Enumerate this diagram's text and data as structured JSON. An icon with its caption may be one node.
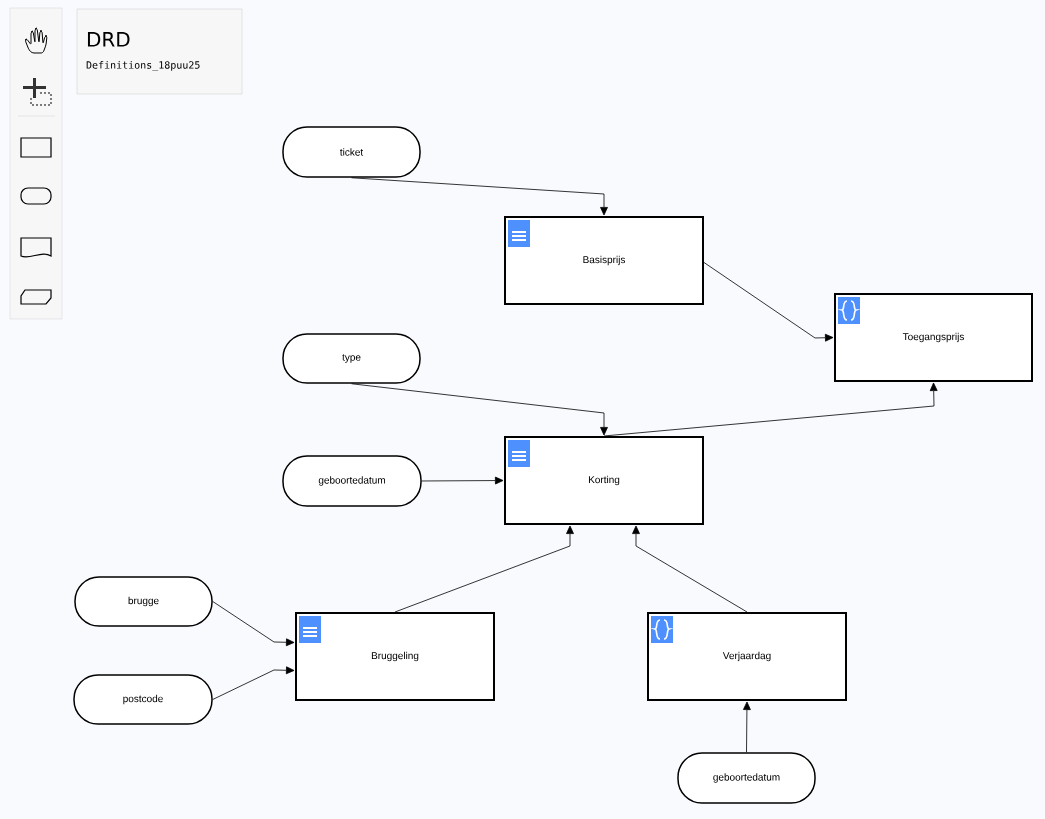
{
  "diagram": {
    "nodes": [
      {
        "text": [
          "DRD",
          "Definitions_18puu25"
        ]
      },
      {
        "text": [
          "ticket"
        ]
      },
      {
        "text": [
          "Basisprijs"
        ]
      },
      {
        "text": [
          "Toegangsprijs"
        ]
      },
      {
        "text": [
          "type"
        ]
      },
      {
        "text": [
          "geboortedatum"
        ]
      },
      {
        "text": [
          "Korting"
        ]
      },
      {
        "text": [
          "brugge"
        ]
      },
      {
        "text": [
          "postcode"
        ]
      },
      {
        "text": [
          "Bruggeling"
        ]
      },
      {
        "text": [
          "Verjaardag"
        ]
      },
      {
        "text": [
          "geboortedatum"
        ]
      }
    ],
    "edges": [
      {
        "from": 1,
        "to": 2,
        "arrow": "to"
      },
      {
        "from": 2,
        "to": 3,
        "arrow": "to"
      },
      {
        "from": 4,
        "to": 6,
        "arrow": "to"
      },
      {
        "from": 5,
        "to": 6,
        "arrow": "to"
      },
      {
        "from": 6,
        "to": 3,
        "arrow": "to"
      },
      {
        "from": 7,
        "to": 9,
        "arrow": "to"
      },
      {
        "from": 8,
        "to": 9,
        "arrow": "to"
      },
      {
        "from": 9,
        "to": 6,
        "arrow": "to"
      },
      {
        "from": 10,
        "to": 6,
        "arrow": "to"
      },
      {
        "from": 11,
        "to": 10,
        "arrow": "to"
      }
    ]
  }
}
